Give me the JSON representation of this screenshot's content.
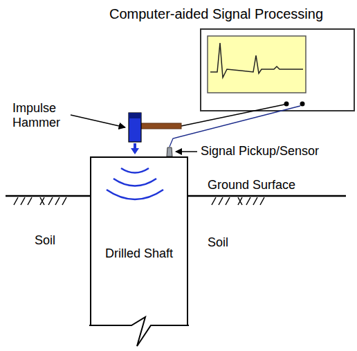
{
  "diagram": {
    "title": "Computer-aided Signal Processing",
    "nodes": [
      {
        "text": [
          "Drilled Shaft"
        ]
      }
    ],
    "labels": [
      "Impulse Hammer",
      "Signal Pickup/Sensor",
      "Ground Surface",
      "Soil",
      "Soil"
    ]
  }
}
